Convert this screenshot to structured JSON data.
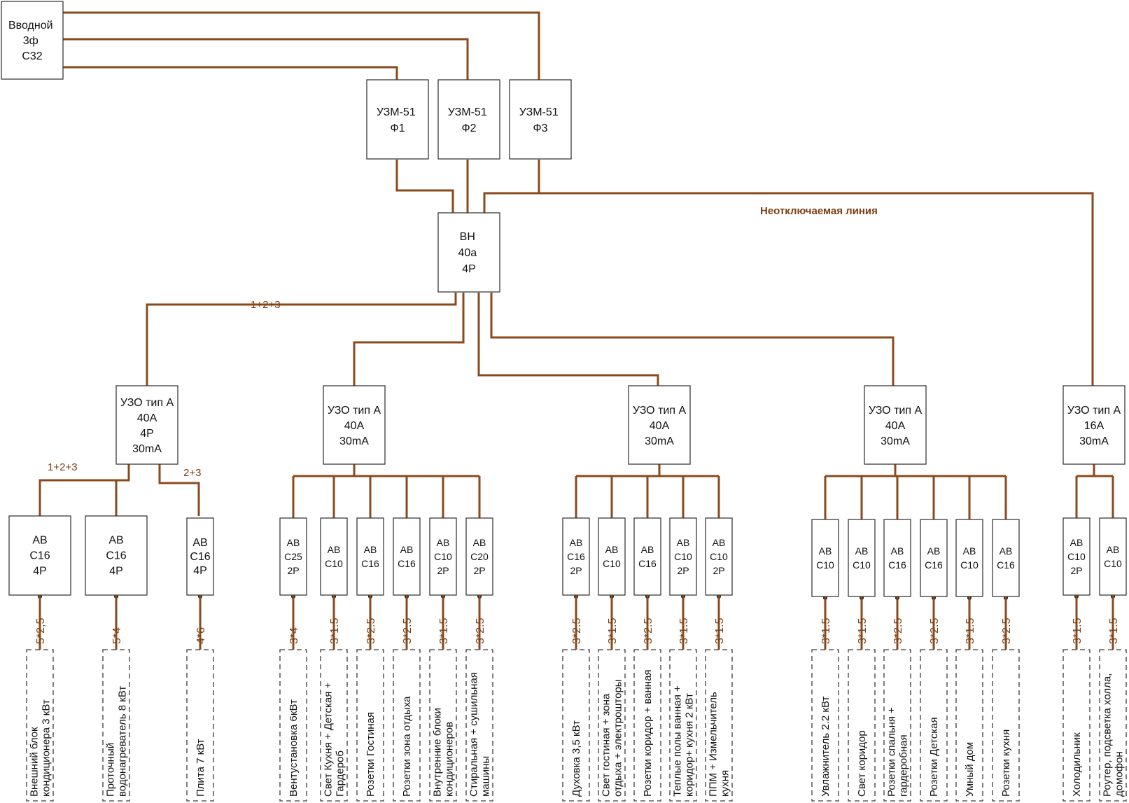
{
  "input": {
    "lines": [
      "Вводной",
      "3ф",
      "C32"
    ]
  },
  "uzm": [
    {
      "lines": [
        "УЗМ-51",
        "Ф1"
      ]
    },
    {
      "lines": [
        "УЗМ-51",
        "Ф2"
      ]
    },
    {
      "lines": [
        "УЗМ-51",
        "Ф3"
      ]
    }
  ],
  "main_switch": {
    "lines": [
      "ВН",
      "40а",
      "4Р"
    ]
  },
  "labels": {
    "uninterruptible": "Неотключаемая линия",
    "phases_main": "1+2+3",
    "phases_g1_left": "1+2+3",
    "phases_g1_right": "2+3"
  },
  "groups": [
    {
      "rcd": {
        "lines": [
          "УЗО тип А",
          "40А",
          "4Р",
          "30mA"
        ]
      },
      "breakers": [
        {
          "lines": [
            "АВ",
            "C16",
            "4Р"
          ],
          "cable": "5*2,5",
          "load": [
            "Внешний блок",
            "кондиционера 3 кВт"
          ]
        },
        {
          "lines": [
            "АВ",
            "C16",
            "4Р"
          ],
          "cable": "5*4",
          "load": [
            "Проточный",
            "водонагреватель 8 кВт"
          ]
        },
        {
          "lines": [
            "АВ",
            "C16",
            "4Р"
          ],
          "cable": "4*6",
          "load": [
            "Плита 7 кВт"
          ]
        }
      ]
    },
    {
      "rcd": {
        "lines": [
          "УЗО тип А",
          "40А",
          "30mA"
        ]
      },
      "breakers": [
        {
          "lines": [
            "АВ",
            "C25",
            "2Р"
          ],
          "cable": "3*4",
          "load": [
            "Вентустановка 6кВт"
          ]
        },
        {
          "lines": [
            "АВ",
            "C10"
          ],
          "cable": "3*1.5",
          "load": [
            "Свет Кухня + Детская +",
            "Гардероб"
          ]
        },
        {
          "lines": [
            "АВ",
            "C16"
          ],
          "cable": "3*2.5",
          "load": [
            "Розетки Гостиная"
          ]
        },
        {
          "lines": [
            "АВ",
            "C16"
          ],
          "cable": "3*2.5",
          "load": [
            "Розетки зона отдыха"
          ]
        },
        {
          "lines": [
            "АВ",
            "C10",
            "2Р"
          ],
          "cable": "3*1.5",
          "load": [
            "Внутренние блоки",
            "кондиционеров"
          ]
        },
        {
          "lines": [
            "АВ",
            "C20",
            "2Р"
          ],
          "cable": "3*2.5",
          "load": [
            "Стиральная + сушильная",
            "машины"
          ]
        }
      ]
    },
    {
      "rcd": {
        "lines": [
          "УЗО тип А",
          "40А",
          "30mA"
        ]
      },
      "breakers": [
        {
          "lines": [
            "АВ",
            "C16",
            "2Р"
          ],
          "cable": "3*2.5",
          "load": [
            "Духовка 3,5 кВт"
          ]
        },
        {
          "lines": [
            "АВ",
            "C10"
          ],
          "cable": "3*1.5",
          "load": [
            "Свет гостиная + зона",
            "отдыха + электрошторы"
          ]
        },
        {
          "lines": [
            "АВ",
            "C16"
          ],
          "cable": "3*2.5",
          "load": [
            "Розетки коридор + ванная"
          ]
        },
        {
          "lines": [
            "АВ",
            "C10",
            "2Р"
          ],
          "cable": "3*1.5",
          "load": [
            "Теплые полы ванная +",
            "коридор+ кухня 2 кВт"
          ]
        },
        {
          "lines": [
            "АВ",
            "C10",
            "2Р"
          ],
          "cable": "3*1.5",
          "load": [
            "ППМ + Измельчитель",
            "кухня"
          ]
        }
      ]
    },
    {
      "rcd": {
        "lines": [
          "УЗО тип А",
          "40А",
          "30mA"
        ]
      },
      "breakers": [
        {
          "lines": [
            "АВ",
            "C10"
          ],
          "cable": "3*1.5",
          "load": [
            "Увлажнитель 2.2 кВт"
          ]
        },
        {
          "lines": [
            "АВ",
            "C10"
          ],
          "cable": "3*1.5",
          "load": [
            "Свет коридор"
          ]
        },
        {
          "lines": [
            "АВ",
            "C16"
          ],
          "cable": "3*2.5",
          "load": [
            "Розетки спальня +",
            "гардеробная"
          ]
        },
        {
          "lines": [
            "АВ",
            "C16"
          ],
          "cable": "3*2.5",
          "load": [
            "Розетки Детская"
          ]
        },
        {
          "lines": [
            "АВ",
            "C10"
          ],
          "cable": "3*1.5",
          "load": [
            "Умный дом"
          ]
        },
        {
          "lines": [
            "АВ",
            "C16"
          ],
          "cable": "3*2.5",
          "load": [
            "Розетки кухня"
          ]
        }
      ]
    },
    {
      "rcd": {
        "lines": [
          "УЗО тип А",
          "16А",
          "30mA"
        ]
      },
      "breakers": [
        {
          "lines": [
            "АВ",
            "C10",
            "2Р"
          ],
          "cable": "3*1.5",
          "load": [
            "Холодильник"
          ]
        },
        {
          "lines": [
            "АВ",
            "C10"
          ],
          "cable": "3*1.5",
          "load": [
            "Роутер, подсветка холла,",
            "домофон"
          ]
        }
      ]
    }
  ]
}
